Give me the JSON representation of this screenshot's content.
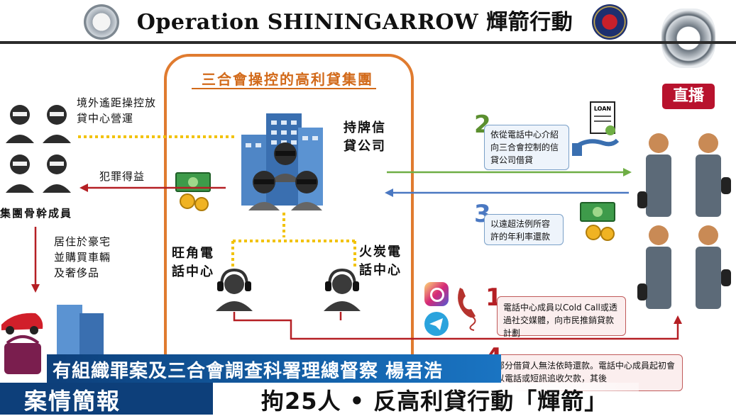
{
  "header": {
    "title": "Operation SHININGARROW 輝箭行動",
    "live_badge": "直播"
  },
  "group": {
    "title": "三合會操控的高利貸集團",
    "licensed_company": "持牌信貸公司",
    "call_centre_mongkok": "旺角電話中心",
    "call_centre_fotan": "火炭電話中心"
  },
  "left": {
    "remote_control": "境外遙距操控放貸中心營運",
    "crime_proceeds": "犯罪得益",
    "core_members": "集團骨幹成員",
    "luxury": "居住於豪宅並購買車輛及奢侈品"
  },
  "steps": [
    {
      "num": "1",
      "text": "電話中心成員以Cold Call或透過社交媒體，向市民推銷貸款計劃"
    },
    {
      "num": "2",
      "text": "依從電話中心介紹向三合會控制的信貸公司借貸"
    },
    {
      "num": "3",
      "text": "以遠超法例所容許的年利率還款"
    },
    {
      "num": "4",
      "text": "部分借貸人無法依時還款。電話中心成員起初會以電話或短訊追收欠款，其後"
    }
  ],
  "icons": {
    "police_crest": "police-crest-icon",
    "octb_emblem": "octb-emblem-icon",
    "building": "building-icon",
    "money": "money-icon",
    "headset": "headset-icon",
    "loan_document": "loan-document-icon",
    "instagram": "instagram-icon",
    "telegram": "telegram-icon",
    "phone": "phone-icon"
  },
  "colors": {
    "orange_box": "#e07b2f",
    "green_arrow": "#6fae45",
    "blue_arrow": "#4a78c2",
    "red_arrow": "#b51f24",
    "dotted_yellow": "#f2c200",
    "banner_blue": "#0d3f7a",
    "live_red": "#b8122d"
  },
  "lower_third": {
    "speaker": "有組織罪案及三合會調查科署理總督察 楊君浩",
    "section": "案情簡報",
    "headline": "拘25人 • 反高利貸行動「輝箭」"
  }
}
